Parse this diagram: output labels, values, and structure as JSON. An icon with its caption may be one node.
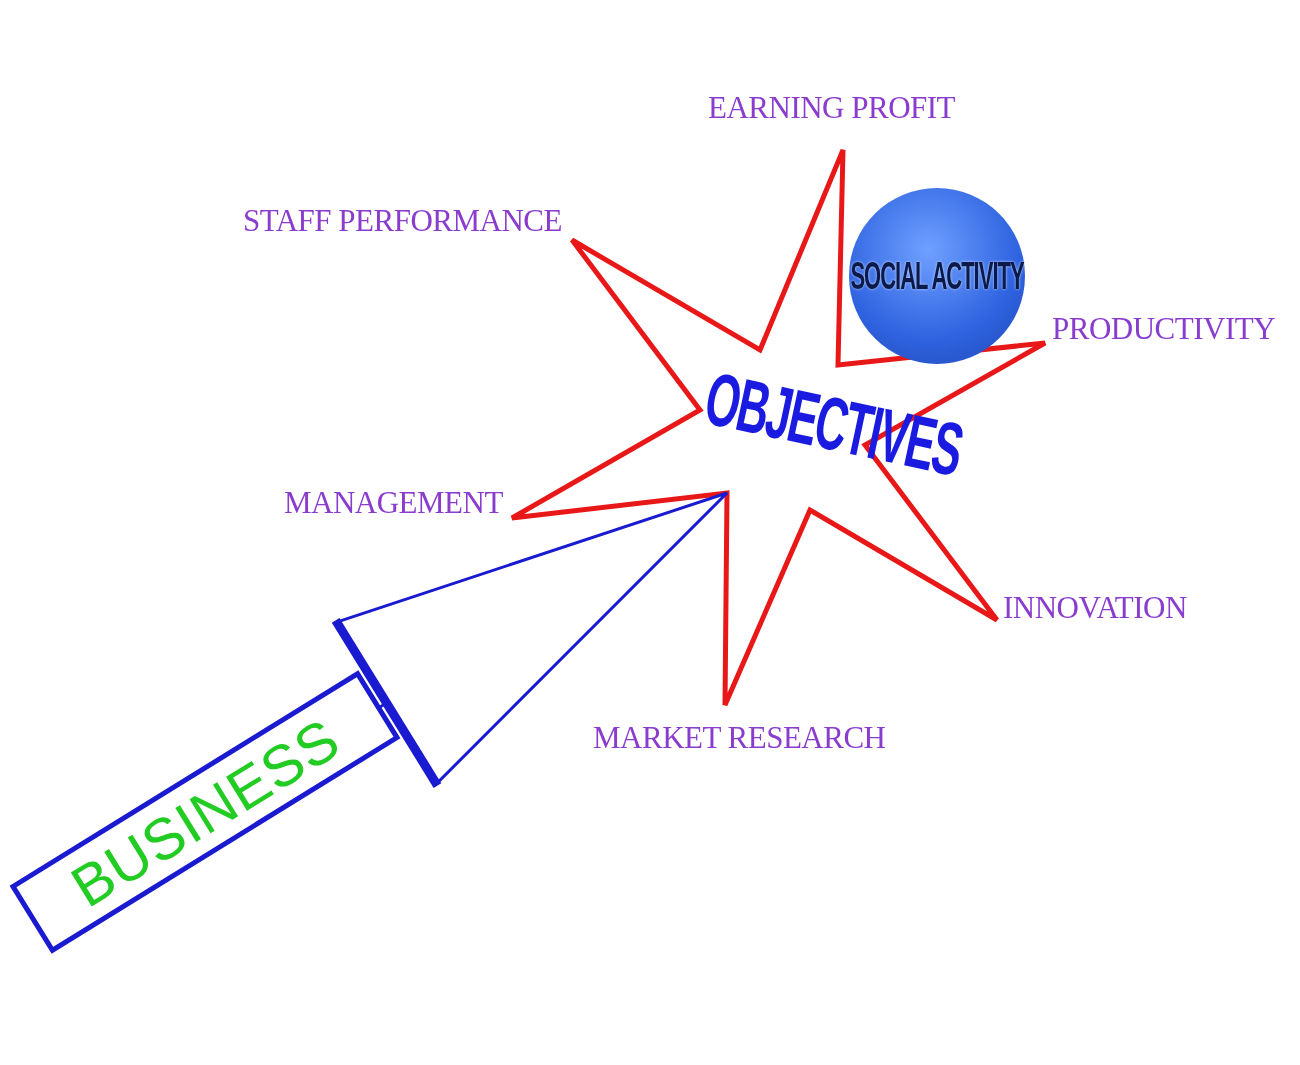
{
  "diagram": {
    "nodes": [
      {
        "text": [
          "OBJECTIVES"
        ]
      },
      {
        "text": [
          "SOCIAL ACTIVITY"
        ]
      },
      {
        "text": [
          "BUSINESS"
        ]
      }
    ],
    "edges": [
      {
        "from": 2,
        "to": 0,
        "arrow": "to"
      }
    ],
    "labels": [
      "EARNING PROFIT",
      "STAFF PERFORMANCE",
      "PRODUCTIVITY",
      "MANAGEMENT",
      "INNOVATION",
      "MARKET RESEARCH"
    ]
  }
}
